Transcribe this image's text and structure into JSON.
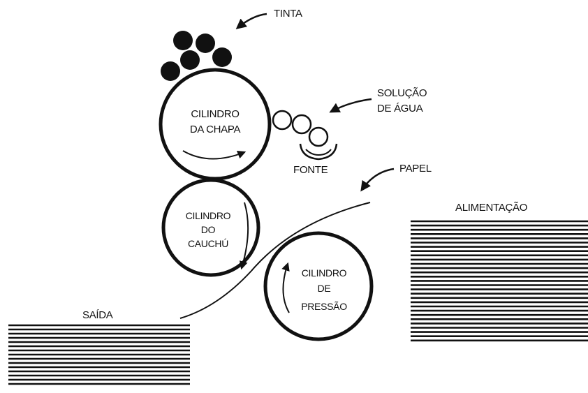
{
  "labels": {
    "tinta": "TINTA",
    "solucao_1": "SOLUÇÃO",
    "solucao_2": "DE ÁGUA",
    "fonte": "FONTE",
    "papel": "PAPEL",
    "alimentacao": "ALIMENTAÇÃO",
    "saida": "SAÍDA"
  },
  "cylinders": {
    "chapa": [
      "CILINDRO",
      "DA CHAPA"
    ],
    "cauchu": [
      "CILINDRO",
      "DO",
      "CAUCHÚ"
    ],
    "pressao": [
      "CILINDRO",
      "DE",
      "PRESSÃO"
    ]
  },
  "colors": {
    "ink": "#111111",
    "background": "#ffffff"
  }
}
